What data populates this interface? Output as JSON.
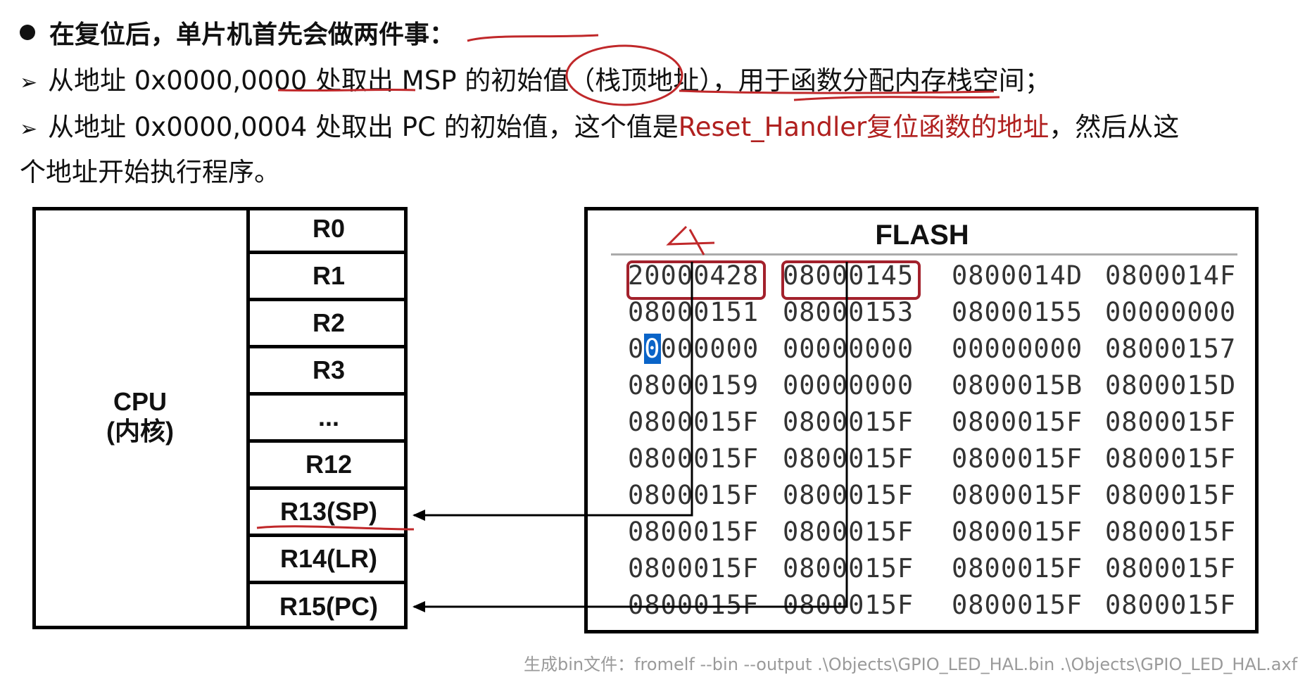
{
  "text": {
    "line1": "在复位后，单片机首先会做两件事：",
    "line2_a": "从地址 0x0000,0000 处取出 MSP 的初始值（",
    "line2_b": "栈顶地址",
    "line2_c": "），用于函数分配内存栈空间；",
    "line3_a": "从地址 0x0000,0004 处取出 PC 的初始值，这个值是",
    "line3_b": "Reset_Handler复位函数的地址",
    "line3_c": "，然后从这",
    "line4": "个地址开始执行程序。",
    "bullet_icon": "filled-circle",
    "arrow_icon": "➢"
  },
  "cpu": {
    "label_line1": "CPU",
    "label_line2": "(内核)",
    "registers": [
      "R0",
      "R1",
      "R2",
      "R3",
      "...",
      "R12",
      "R13(SP)",
      "R14(LR)",
      "R15(PC)"
    ]
  },
  "flash": {
    "title": "FLASH",
    "annotation": "4",
    "rows": [
      [
        "20000428",
        "08000145",
        "0800014D",
        "0800014F"
      ],
      [
        "08000151",
        "08000153",
        "08000155",
        "00000000"
      ],
      [
        "00000000",
        "00000000",
        "00000000",
        "08000157"
      ],
      [
        "08000159",
        "00000000",
        "0800015B",
        "0800015D"
      ],
      [
        "0800015F",
        "0800015F",
        "0800015F",
        "0800015F"
      ],
      [
        "0800015F",
        "0800015F",
        "0800015F",
        "0800015F"
      ],
      [
        "0800015F",
        "0800015F",
        "0800015F",
        "0800015F"
      ],
      [
        "0800015F",
        "0800015F",
        "0800015F",
        "0800015F"
      ],
      [
        "0800015F",
        "0800015F",
        "0800015F",
        "0800015F"
      ],
      [
        "0800015F",
        "0800015F",
        "0800015F",
        "0800015F"
      ]
    ]
  },
  "footer": "生成bin文件：fromelf --bin --output .\\Objects\\GPIO_LED_HAL.bin .\\Objects\\GPIO_LED_HAL.axf",
  "colors": {
    "accent_red": "#a3212c",
    "text_red": "#b0201f",
    "cursor_blue": "#0a64c8"
  }
}
